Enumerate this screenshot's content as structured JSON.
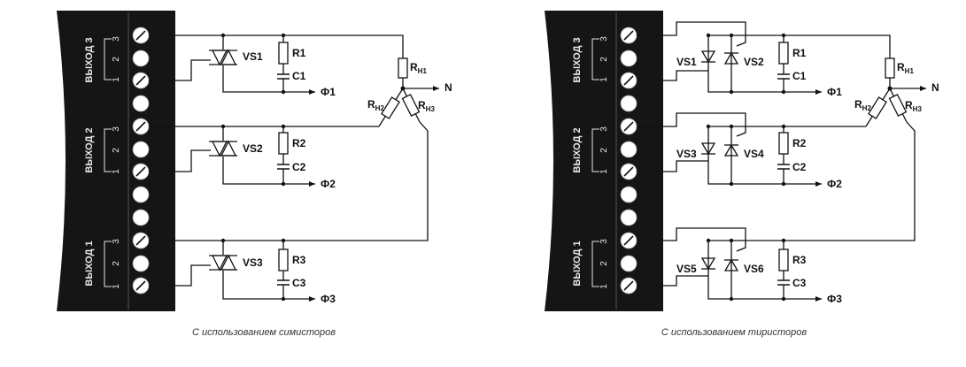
{
  "diagram_left": {
    "caption": "С использованием симисторов",
    "outputs": [
      {
        "label": "ВЫХОД 3",
        "pins": [
          "3",
          "2",
          "1"
        ]
      },
      {
        "label": "ВЫХОД 2",
        "pins": [
          "3",
          "2",
          "1"
        ]
      },
      {
        "label": "ВЫХОД 1",
        "pins": [
          "3",
          "2",
          "1"
        ]
      }
    ],
    "devices": [
      "VS1",
      "VS2",
      "VS3"
    ],
    "resistors": [
      "R1",
      "R2",
      "R3"
    ],
    "capacitors": [
      "C1",
      "C2",
      "C3"
    ],
    "phases": [
      "Ф1",
      "Ф2",
      "Ф3"
    ],
    "loads": [
      {
        "main": "R",
        "sub": "Н1"
      },
      {
        "main": "R",
        "sub": "Н2"
      },
      {
        "main": "R",
        "sub": "Н3"
      }
    ],
    "neutral": "N"
  },
  "diagram_right": {
    "caption": "С использованием тиристоров",
    "outputs": [
      {
        "label": "ВЫХОД 3",
        "pins": [
          "3",
          "2",
          "1"
        ]
      },
      {
        "label": "ВЫХОД 2",
        "pins": [
          "3",
          "2",
          "1"
        ]
      },
      {
        "label": "ВЫХОД 1",
        "pins": [
          "3",
          "2",
          "1"
        ]
      }
    ],
    "devices": [
      "VS1",
      "VS2",
      "VS3",
      "VS4",
      "VS5",
      "VS6"
    ],
    "resistors": [
      "R1",
      "R2",
      "R3"
    ],
    "capacitors": [
      "C1",
      "C2",
      "C3"
    ],
    "phases": [
      "Ф1",
      "Ф2",
      "Ф3"
    ],
    "loads": [
      {
        "main": "R",
        "sub": "Н1"
      },
      {
        "main": "R",
        "sub": "Н2"
      },
      {
        "main": "R",
        "sub": "Н3"
      }
    ],
    "neutral": "N"
  }
}
